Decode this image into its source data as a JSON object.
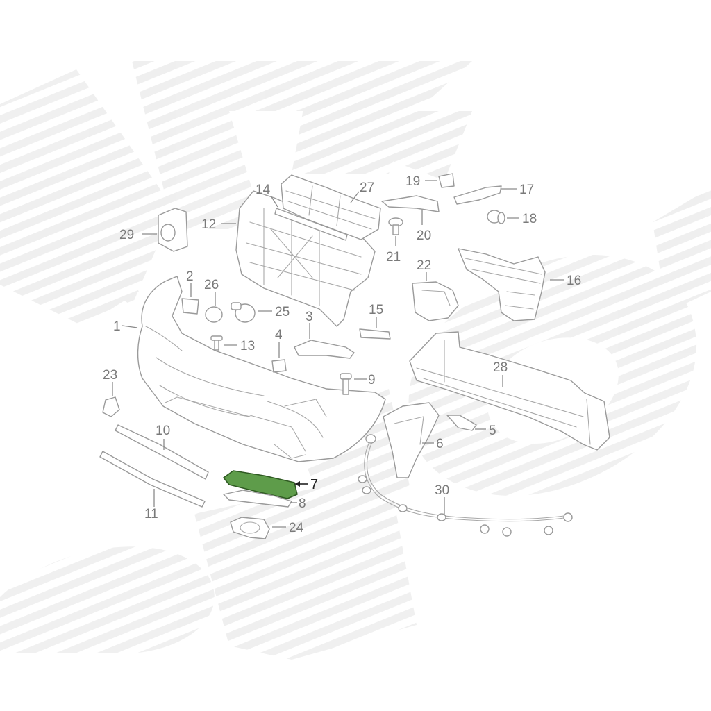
{
  "diagram": {
    "highlight_color": "#5e9c4a",
    "highlighted_part": "7",
    "callouts": [
      {
        "id": "c1",
        "label": "1"
      },
      {
        "id": "c2",
        "label": "2"
      },
      {
        "id": "c3",
        "label": "3"
      },
      {
        "id": "c4",
        "label": "4"
      },
      {
        "id": "c5",
        "label": "5"
      },
      {
        "id": "c6",
        "label": "6"
      },
      {
        "id": "c7",
        "label": "7"
      },
      {
        "id": "c8",
        "label": "8"
      },
      {
        "id": "c9",
        "label": "9"
      },
      {
        "id": "c10",
        "label": "10"
      },
      {
        "id": "c11",
        "label": "11"
      },
      {
        "id": "c12",
        "label": "12"
      },
      {
        "id": "c13",
        "label": "13"
      },
      {
        "id": "c14",
        "label": "14"
      },
      {
        "id": "c15",
        "label": "15"
      },
      {
        "id": "c16",
        "label": "16"
      },
      {
        "id": "c17",
        "label": "17"
      },
      {
        "id": "c18",
        "label": "18"
      },
      {
        "id": "c19",
        "label": "19"
      },
      {
        "id": "c20",
        "label": "20"
      },
      {
        "id": "c21",
        "label": "21"
      },
      {
        "id": "c22",
        "label": "22"
      },
      {
        "id": "c23",
        "label": "23"
      },
      {
        "id": "c24",
        "label": "24"
      },
      {
        "id": "c25",
        "label": "25"
      },
      {
        "id": "c26",
        "label": "26"
      },
      {
        "id": "c27",
        "label": "27"
      },
      {
        "id": "c28",
        "label": "28"
      },
      {
        "id": "c29",
        "label": "29"
      },
      {
        "id": "c30",
        "label": "30"
      }
    ]
  }
}
